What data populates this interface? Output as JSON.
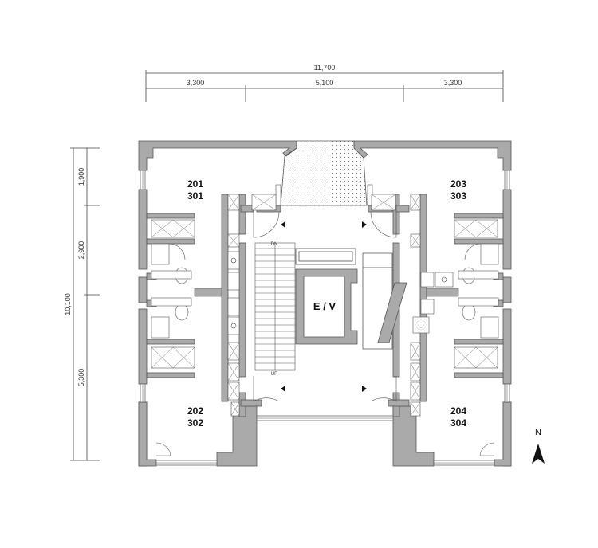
{
  "dimensions": {
    "total_width": "11,700",
    "width_segments": [
      "3,300",
      "5,100",
      "3,300"
    ],
    "total_height": "10,100",
    "height_segments": [
      "1,900",
      "2,900",
      "5,300"
    ]
  },
  "rooms": [
    {
      "unit_a": "201",
      "unit_b": "301"
    },
    {
      "unit_a": "203",
      "unit_b": "303"
    },
    {
      "unit_a": "202",
      "unit_b": "302"
    },
    {
      "unit_a": "204",
      "unit_b": "304"
    }
  ],
  "core": {
    "elevator_label": "E / V",
    "stair_down": "DN",
    "stair_up": "UP"
  },
  "north_label": "N",
  "colors": {
    "wall": "#aaaaaa",
    "wall_stroke": "#555555",
    "line": "#444444"
  }
}
